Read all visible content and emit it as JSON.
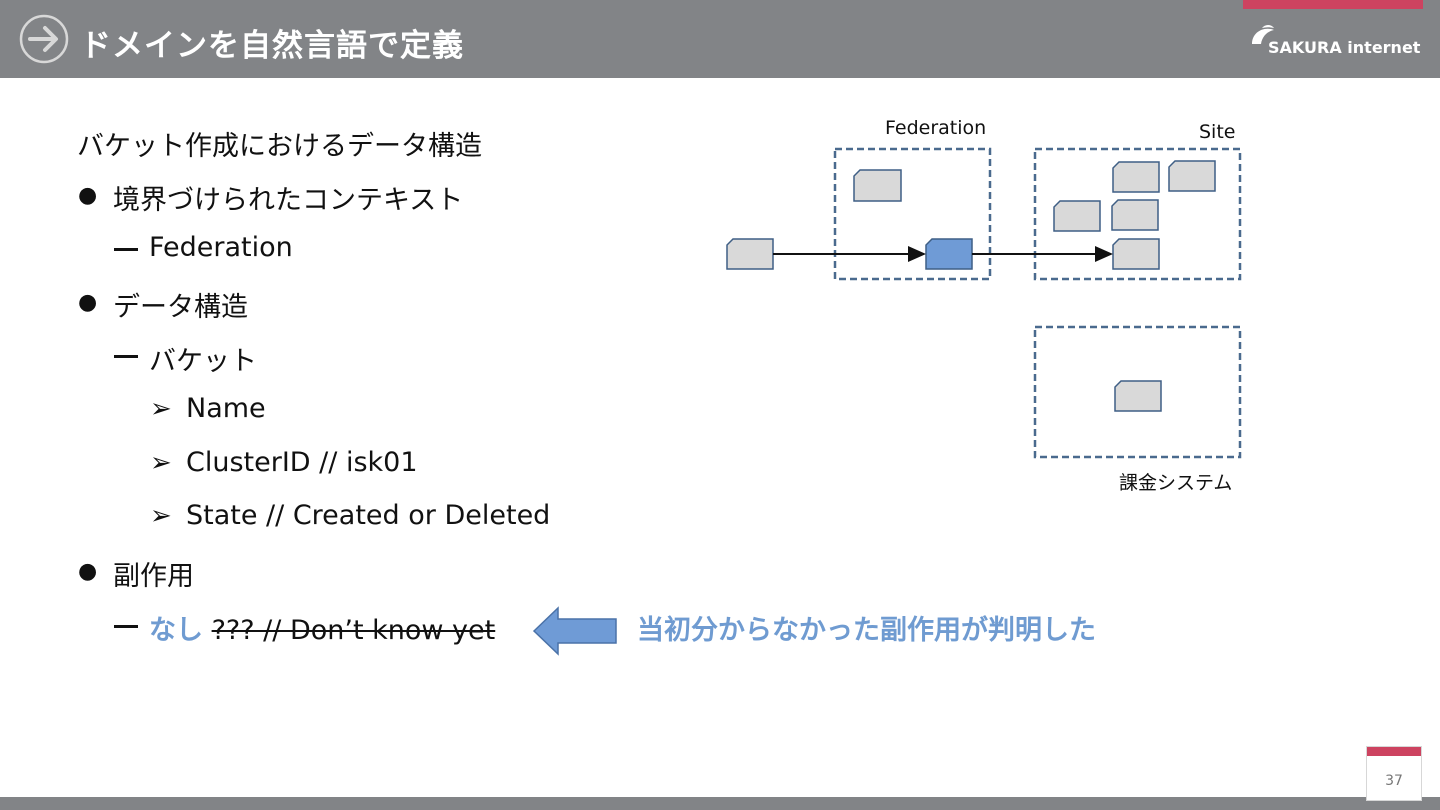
{
  "header": {
    "title": "ドメインを自然言語で定義",
    "logo_text": "SAKURA internet",
    "accent_color": "#cd4360",
    "bar_color": "#828487"
  },
  "content": {
    "heading": "バケット作成におけるデータ構造",
    "bullets": [
      {
        "text": "境界づけられたコンテキスト",
        "sub": [
          {
            "text": "Federation"
          }
        ]
      },
      {
        "text": "データ構造",
        "sub": [
          {
            "text": "バケット",
            "items": [
              "Name",
              "ClusterID // isk01",
              "State // Created or Deleted"
            ]
          }
        ]
      },
      {
        "text": "副作用",
        "sub": [
          {
            "highlight": "なし",
            "struck": "??? // Don’t know yet"
          }
        ]
      }
    ],
    "callout": "当初分からなかった副作用が判明した"
  },
  "diagram": {
    "labels": {
      "federation": "Federation",
      "site": "Site",
      "billing": "課金システム"
    },
    "colors": {
      "frame": "#4a6a8e",
      "box_fill": "#d9d9d9",
      "box_stroke": "#3f5f85",
      "active_fill": "#6f9bd6",
      "arrow_fill": "#6f9bd6"
    }
  },
  "page_number": "37"
}
